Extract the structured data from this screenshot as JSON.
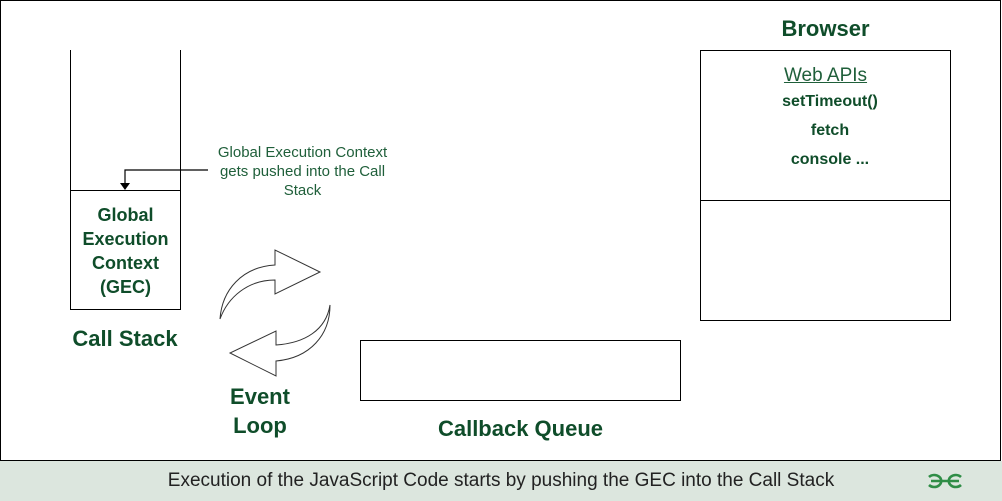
{
  "diagram": {
    "call_stack": {
      "label": "Call Stack",
      "frames": [
        {
          "lines": [
            "Global",
            "Execution",
            "Context",
            "(GEC)"
          ]
        }
      ]
    },
    "annotation": {
      "lines": [
        "Global Execution Context",
        "gets pushed into the Call",
        "Stack"
      ]
    },
    "event_loop": {
      "lines": [
        "Event",
        "Loop"
      ]
    },
    "callback_queue": {
      "label": "Callback Queue"
    },
    "browser": {
      "title": "Browser",
      "web_apis_title": "Web APIs",
      "apis": [
        "setTimeout()",
        "fetch",
        "console ..."
      ]
    }
  },
  "footer": {
    "caption": "Execution of the JavaScript Code starts by pushing the GEC into the Call Stack",
    "logo_icon": "gfg-logo-icon"
  },
  "colors": {
    "label_green": "#0f4d2a",
    "note_green": "#1f5f3a",
    "footer_bg": "#dce6de",
    "logo_green": "#2f8d46"
  }
}
